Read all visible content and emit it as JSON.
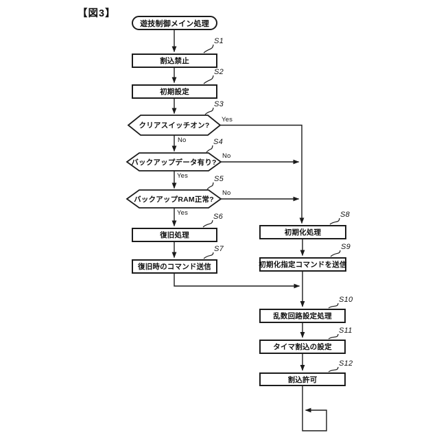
{
  "figure": {
    "title": "【図3】"
  },
  "branch": {
    "yes": "Yes",
    "no": "No"
  },
  "flowchart": {
    "start": {
      "label": "遊技制御メイン処理"
    },
    "steps": [
      {
        "id": "S1",
        "label": "割込禁止",
        "type": "process"
      },
      {
        "id": "S2",
        "label": "初期設定",
        "type": "process"
      },
      {
        "id": "S3",
        "label": "クリアスイッチオン?",
        "type": "decision"
      },
      {
        "id": "S4",
        "label": "バックアップデータ有り?",
        "type": "decision"
      },
      {
        "id": "S5",
        "label": "バックアップRAM正常?",
        "type": "decision"
      },
      {
        "id": "S6",
        "label": "復旧処理",
        "type": "process"
      },
      {
        "id": "S7",
        "label": "復旧時のコマンド送信",
        "type": "process"
      },
      {
        "id": "S8",
        "label": "初期化処理",
        "type": "process"
      },
      {
        "id": "S9",
        "label": "初期化指定コマンドを送信",
        "type": "process"
      },
      {
        "id": "S10",
        "label": "乱数回路設定処理",
        "type": "process"
      },
      {
        "id": "S11",
        "label": "タイマ割込の設定",
        "type": "process"
      },
      {
        "id": "S12",
        "label": "割込許可",
        "type": "process"
      }
    ]
  },
  "colors": {
    "line": "#1b1b1b",
    "background": "#ffffff",
    "text": "#111111"
  }
}
